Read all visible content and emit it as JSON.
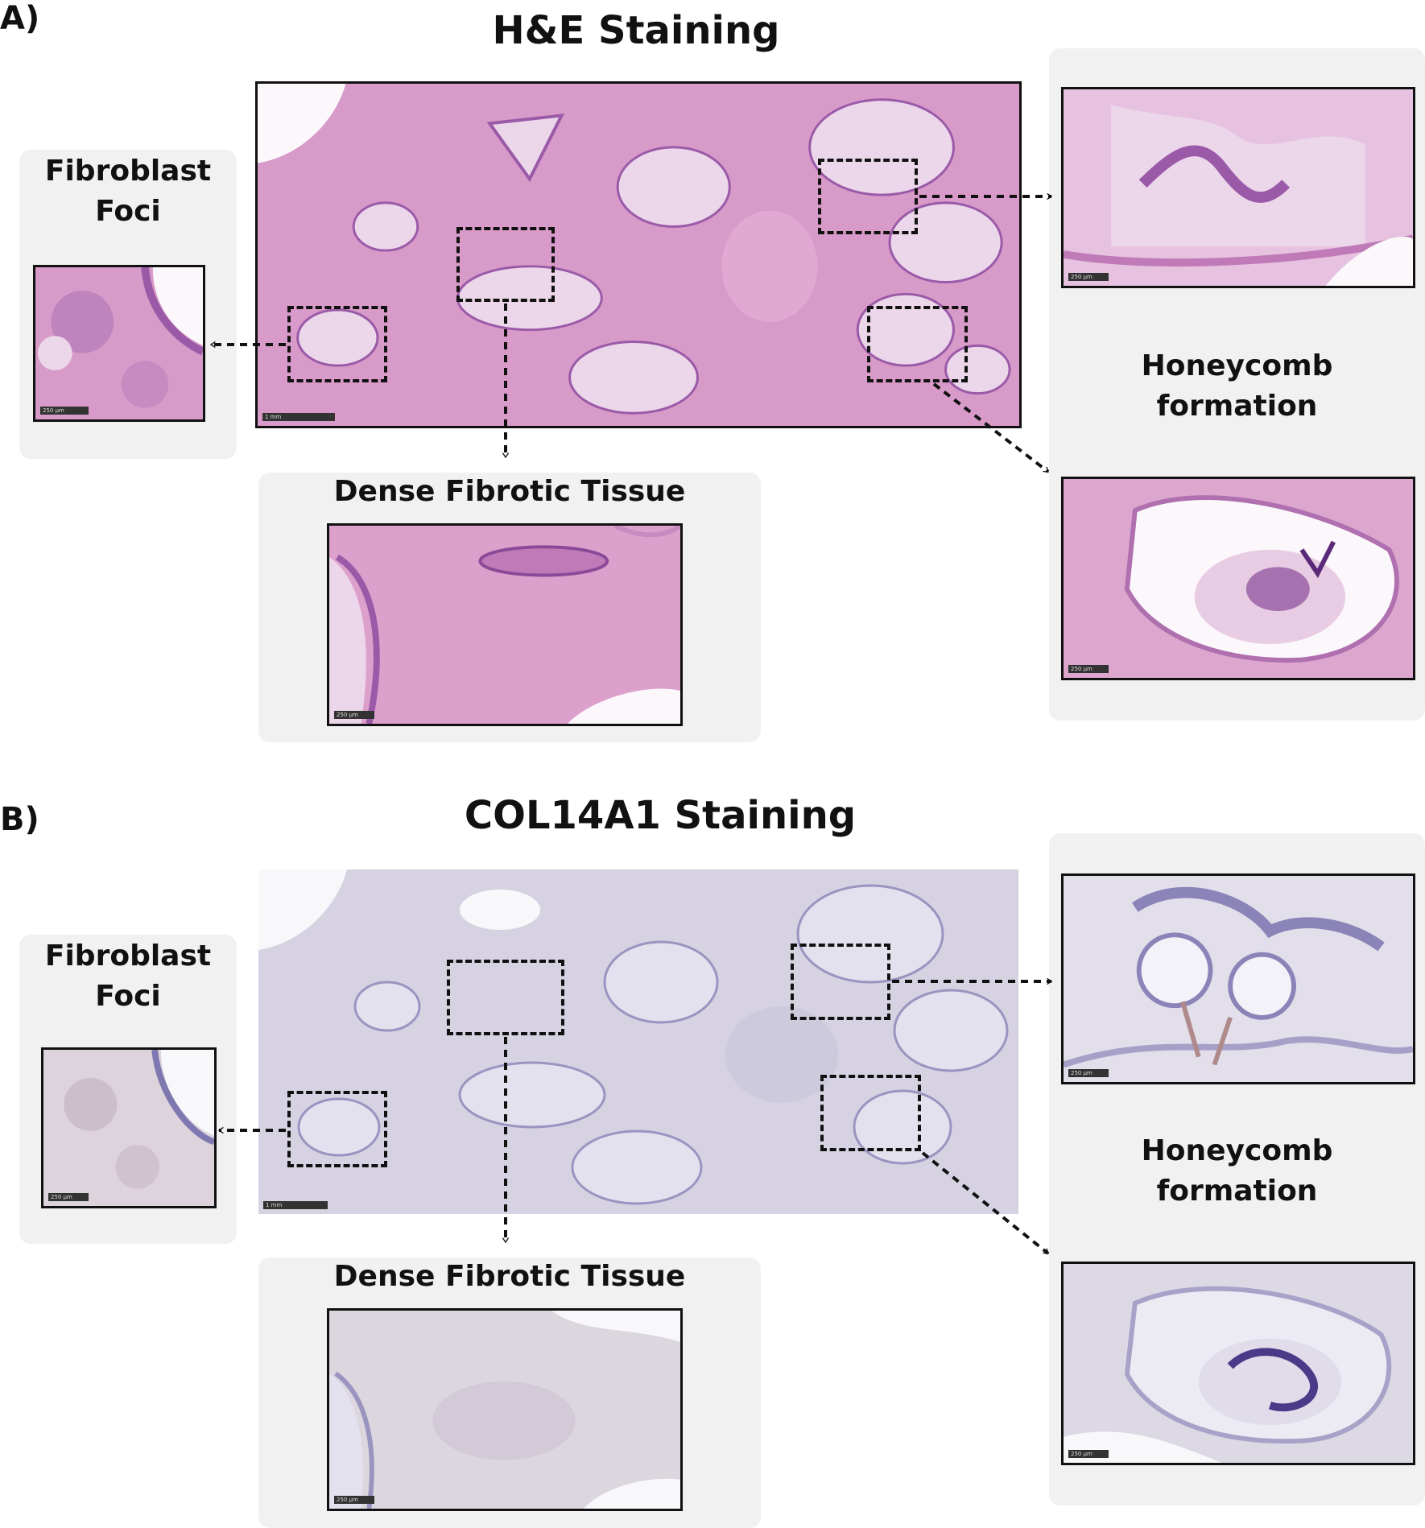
{
  "panelA": {
    "letter": "A)",
    "title": "H&E Staining",
    "labels": {
      "fibroblast": "Fibroblast\nFoci",
      "dense": "Dense Fibrotic Tissue",
      "honeycomb": "Honeycomb\nformation"
    },
    "scalebars": {
      "main": "1 mm",
      "fibroblast": "250 µm",
      "dense": "250 µm",
      "honeycomb_top": "250 µm",
      "honeycomb_bottom": "250 µm"
    },
    "colors": {
      "tissue": "#d89ac8",
      "tissue_dark": "#9a5aa8",
      "tissue_light": "#ecd6ea",
      "lumen": "#fbf7fb"
    }
  },
  "panelB": {
    "letter": "B)",
    "title": "COL14A1 Staining",
    "labels": {
      "fibroblast": "Fibroblast\nFoci",
      "dense": "Dense Fibrotic Tissue",
      "honeycomb": "Honeycomb\nformation"
    },
    "scalebars": {
      "main": "1 mm",
      "fibroblast": "250 µm",
      "dense": "250 µm",
      "honeycomb_top": "250 µm",
      "honeycomb_bottom": "250 µm"
    },
    "colors": {
      "tissue": "#c9c4dc",
      "tissue_dark": "#7e78b0",
      "tissue_light": "#e4e1ee",
      "lumen": "#f8f8fb"
    }
  }
}
